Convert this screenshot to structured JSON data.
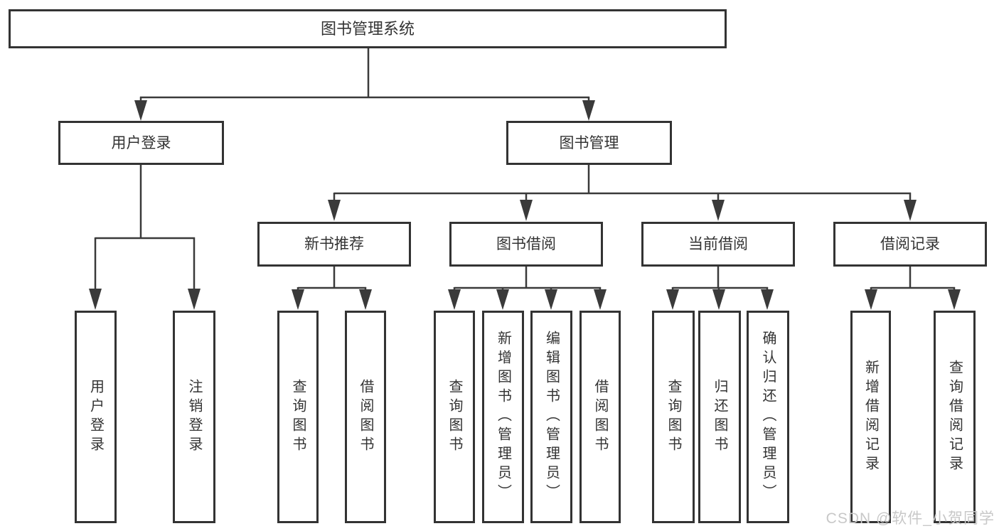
{
  "title": "图书管理系统",
  "watermark": "CSDN @软件_小贺同学",
  "colors": {
    "line": "#3a3a3a",
    "box_border": "#333333",
    "text": "#333333",
    "background": "#ffffff",
    "watermark": "#c8c8c8"
  },
  "tree": {
    "root": {
      "label": "图书管理系统"
    },
    "branches": [
      {
        "label": "用户登录",
        "leaves": [
          {
            "label": "用户登录"
          },
          {
            "label": "注销登录"
          }
        ]
      },
      {
        "label": "图书管理",
        "groups": [
          {
            "label": "新书推荐",
            "leaves": [
              {
                "label": "查询图书"
              },
              {
                "label": "借阅图书"
              }
            ]
          },
          {
            "label": "图书借阅",
            "leaves": [
              {
                "label": "查询图书"
              },
              {
                "label": "新增图书（管理员）"
              },
              {
                "label": "编辑图书（管理员）"
              },
              {
                "label": "借阅图书"
              }
            ]
          },
          {
            "label": "当前借阅",
            "leaves": [
              {
                "label": "查询图书"
              },
              {
                "label": "归还图书"
              },
              {
                "label": "确认归还（管理员）"
              }
            ]
          },
          {
            "label": "借阅记录",
            "leaves": [
              {
                "label": "新增借阅记录"
              },
              {
                "label": "查询借阅记录"
              }
            ]
          }
        ]
      }
    ]
  }
}
